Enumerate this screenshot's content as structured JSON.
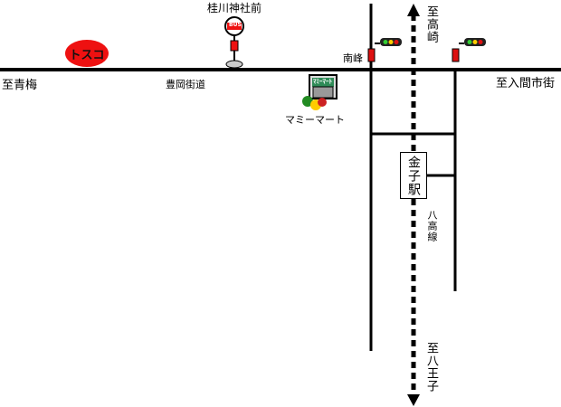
{
  "labels": {
    "bus_stop": "桂川神社前",
    "bus_sign": "BUS",
    "store_sign": "ﾏﾐｰﾏｰﾄ",
    "to_ome": "至青梅",
    "toyooka_road": "豊岡街道",
    "mammy_mart": "マミーマート",
    "minamimine": "南峰",
    "to_irumashi": "至入間市街",
    "to_takasaki": "至高崎",
    "hachiko_line": "八高線",
    "to_hachioji": "至八王子",
    "station": "金子駅",
    "tosco": "トスコ"
  },
  "colors": {
    "road": "#000000",
    "rail_dash": "#000000",
    "tosco": "#ee1111",
    "signal_green": "#33cc33",
    "signal_red": "#dd1111"
  },
  "icons": [
    "bus-stop-icon",
    "traffic-signal-icon",
    "supermarket-icon",
    "arrow-up-icon",
    "arrow-down-icon"
  ]
}
